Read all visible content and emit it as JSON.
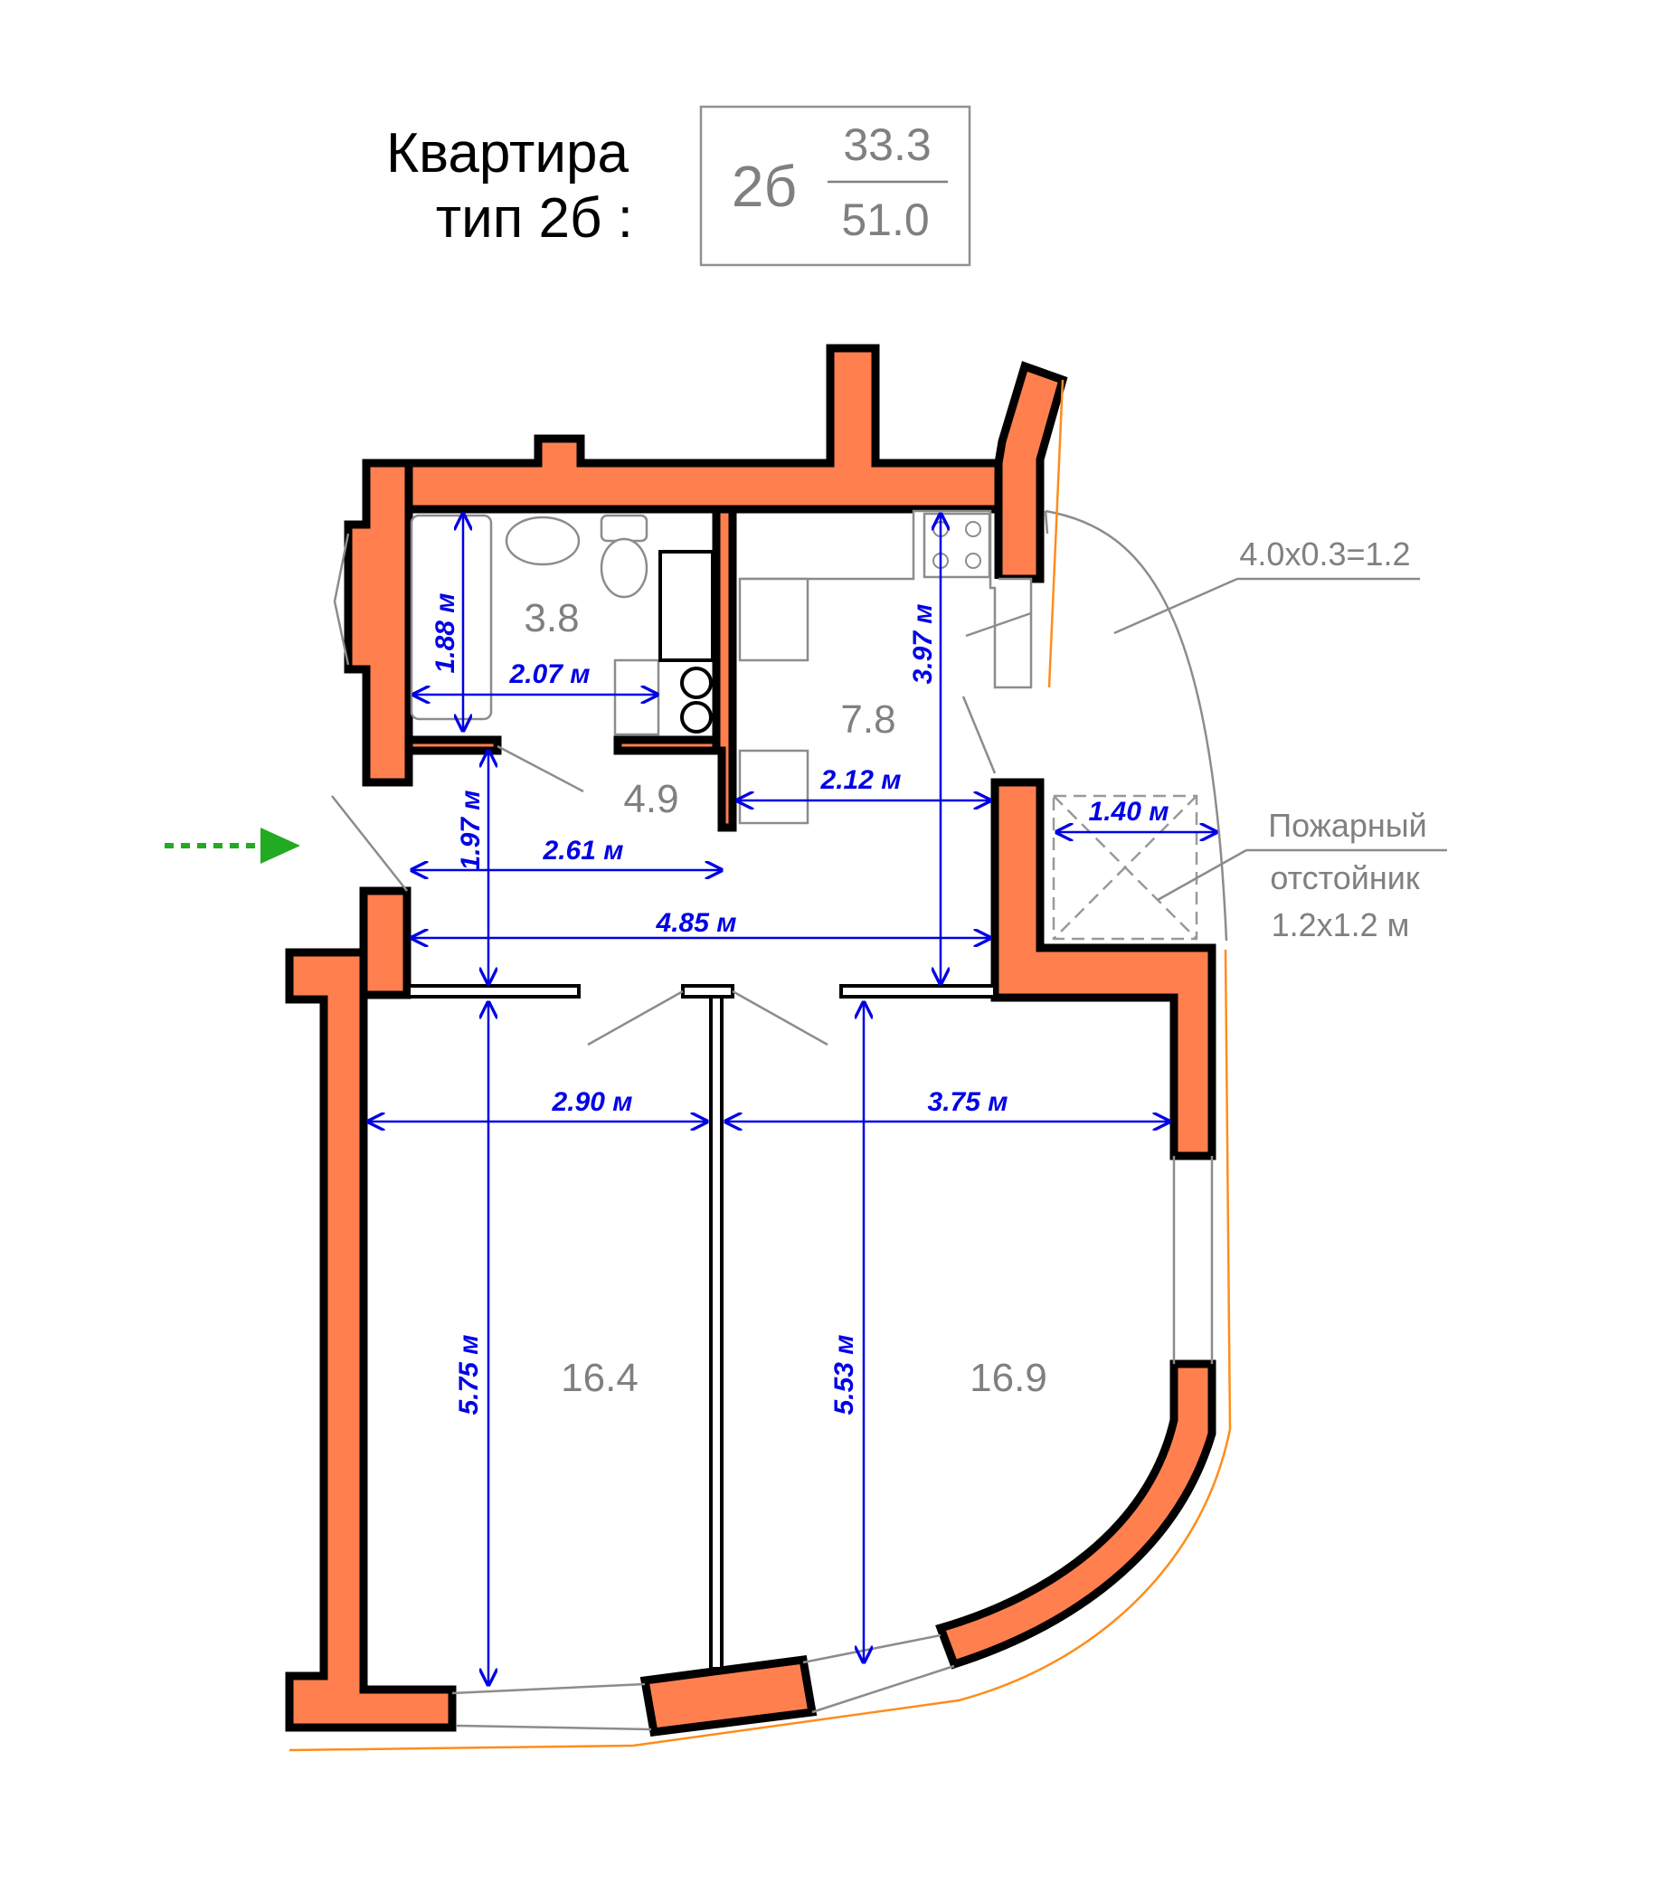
{
  "header": {
    "title_line1": "Квартира",
    "title_line2": "тип 2б :",
    "badge": {
      "type": "2б",
      "living_area": "33.3",
      "total_area": "51.0"
    }
  },
  "rooms": {
    "bathroom": "3.8",
    "hall": "4.9",
    "kitchen": "7.8",
    "bedroom": "16.4",
    "living_room": "16.9"
  },
  "dimensions": {
    "bath_height": "1.88 м",
    "bath_width": "2.07 м",
    "kitchen_depth": "3.97 м",
    "kitchen_width": "2.12 м",
    "hall_depth": "1.97 м",
    "hall_width": "2.61 м",
    "corridor_width": "4.85 м",
    "bedroom_width": "2.90 м",
    "living_width": "3.75 м",
    "bedroom_length": "5.75 м",
    "living_length": "5.53 м",
    "refuge_width": "1.40 м"
  },
  "notes": {
    "balcony": "4.0x0.3=1.2",
    "refuge_line1": "Пожарный",
    "refuge_line2": "отстойник",
    "refuge_line3": "1.2x1.2 м"
  },
  "colors": {
    "wall": "#ff7f4f",
    "dimension": "#0000e6",
    "entry_arrow": "#22aa22",
    "text_gray": "#808080"
  }
}
